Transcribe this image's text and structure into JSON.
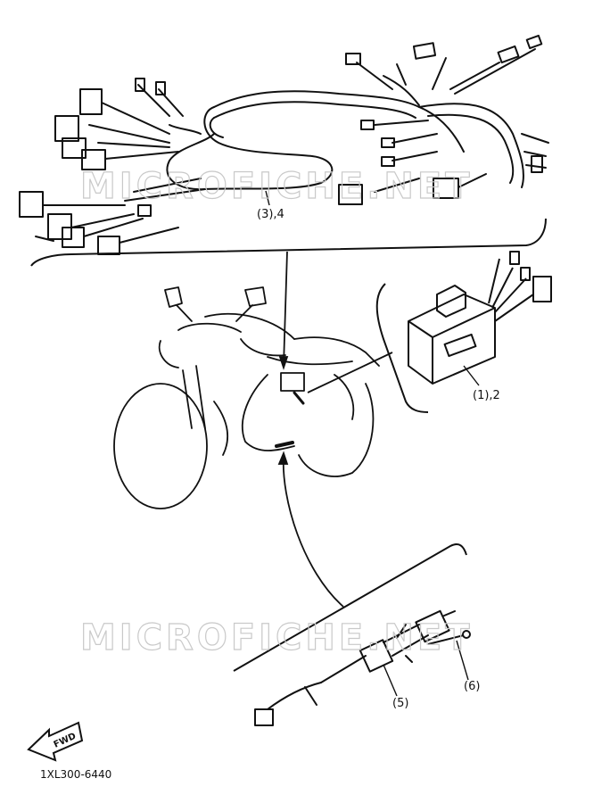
{
  "diagram": {
    "part_labels": {
      "harness": "(3),4",
      "module": "(1),2",
      "sensor": "(5)",
      "cable": "(6)"
    },
    "watermark": "MICROFICHE.NET",
    "forward_marker": "FWD",
    "drawing_code": "1XL300-6440"
  },
  "colors": {
    "line": "#111111",
    "watermark": "#c9c9c9",
    "background": "#ffffff"
  },
  "icons": {
    "forward_arrow": "arrow-fwd-icon"
  }
}
